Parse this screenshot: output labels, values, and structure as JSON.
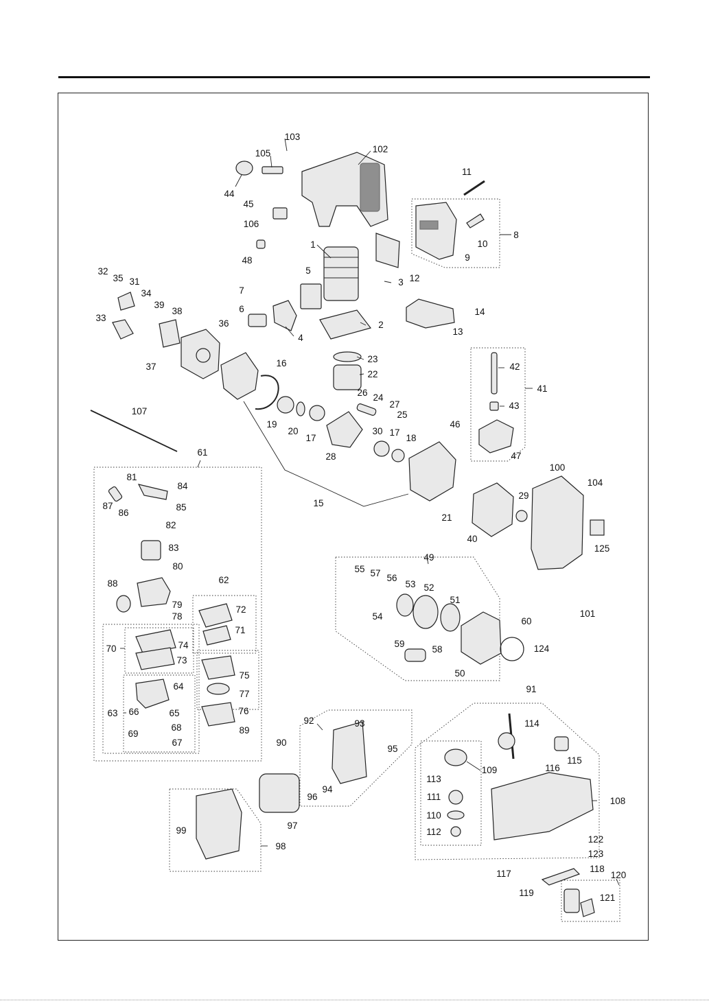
{
  "labels": [
    "1",
    "2",
    "3",
    "4",
    "5",
    "6",
    "7",
    "8",
    "9",
    "10",
    "11",
    "12",
    "13",
    "14",
    "15",
    "16",
    "17",
    "17b",
    "18",
    "19",
    "20",
    "21",
    "22",
    "23",
    "24",
    "25",
    "26",
    "27",
    "28",
    "29",
    "30",
    "31",
    "32",
    "33",
    "34",
    "35",
    "36",
    "37",
    "38",
    "39",
    "40",
    "41",
    "42",
    "43",
    "44",
    "45",
    "46",
    "47",
    "48",
    "49",
    "50",
    "51",
    "52",
    "53",
    "54",
    "55",
    "56",
    "57",
    "58",
    "59",
    "60",
    "61",
    "62",
    "63",
    "64",
    "65",
    "66",
    "67",
    "68",
    "69",
    "70",
    "71",
    "72",
    "73",
    "74",
    "75",
    "76",
    "77",
    "78",
    "79",
    "80",
    "81",
    "82",
    "83",
    "84",
    "85",
    "86",
    "87",
    "88",
    "89",
    "90",
    "91",
    "92",
    "93",
    "94",
    "95",
    "96",
    "97",
    "98",
    "99",
    "100",
    "101",
    "102",
    "103",
    "104",
    "105",
    "106",
    "107",
    "108",
    "109",
    "110",
    "111",
    "112",
    "113",
    "114",
    "115",
    "116",
    "117",
    "118",
    "119",
    "120",
    "121",
    "122",
    "123",
    "124",
    "125"
  ],
  "label_text": {
    "1": "1",
    "2": "2",
    "3": "3",
    "4": "4",
    "5": "5",
    "6": "6",
    "7": "7",
    "8": "8",
    "9": "9",
    "10": "10",
    "11": "11",
    "12": "12",
    "13": "13",
    "14": "14",
    "15": "15",
    "16": "16",
    "17": "17",
    "17b": "17",
    "18": "18",
    "19": "19",
    "20": "20",
    "21": "21",
    "22": "22",
    "23": "23",
    "24": "24",
    "25": "25",
    "26": "26",
    "27": "27",
    "28": "28",
    "29": "29",
    "30": "30",
    "31": "31",
    "32": "32",
    "33": "33",
    "34": "34",
    "35": "35",
    "36": "36",
    "37": "37",
    "38": "38",
    "39": "39",
    "40": "40",
    "41": "41",
    "42": "42",
    "43": "43",
    "44": "44",
    "45": "45",
    "46": "46",
    "47": "47",
    "48": "48",
    "49": "49",
    "50": "50",
    "51": "51",
    "52": "52",
    "53": "53",
    "54": "54",
    "55": "55",
    "56": "56",
    "57": "57",
    "58": "58",
    "59": "59",
    "60": "60",
    "61": "61",
    "62": "62",
    "63": "63",
    "64": "64",
    "65": "65",
    "66": "66",
    "67": "67",
    "68": "68",
    "69": "69",
    "70": "70",
    "71": "71",
    "72": "72",
    "73": "73",
    "74": "74",
    "75": "75",
    "76": "76",
    "77": "77",
    "78": "78",
    "79": "79",
    "80": "80",
    "81": "81",
    "82": "82",
    "83": "83",
    "84": "84",
    "85": "85",
    "86": "86",
    "87": "87",
    "88": "88",
    "89": "89",
    "90": "90",
    "91": "91",
    "92": "92",
    "93": "93",
    "94": "94",
    "95": "95",
    "96": "96",
    "97": "97",
    "98": "98",
    "99": "99",
    "100": "100",
    "101": "101",
    "102": "102",
    "103": "103",
    "104": "104",
    "105": "105",
    "106": "106",
    "107": "107",
    "108": "108",
    "109": "109",
    "110": "110",
    "111": "111",
    "112": "112",
    "113": "113",
    "114": "114",
    "115": "115",
    "116": "116",
    "117": "117",
    "118": "118",
    "119": "119",
    "120": "120",
    "121": "121",
    "122": "122",
    "123": "123",
    "124": "124",
    "125": "125"
  }
}
